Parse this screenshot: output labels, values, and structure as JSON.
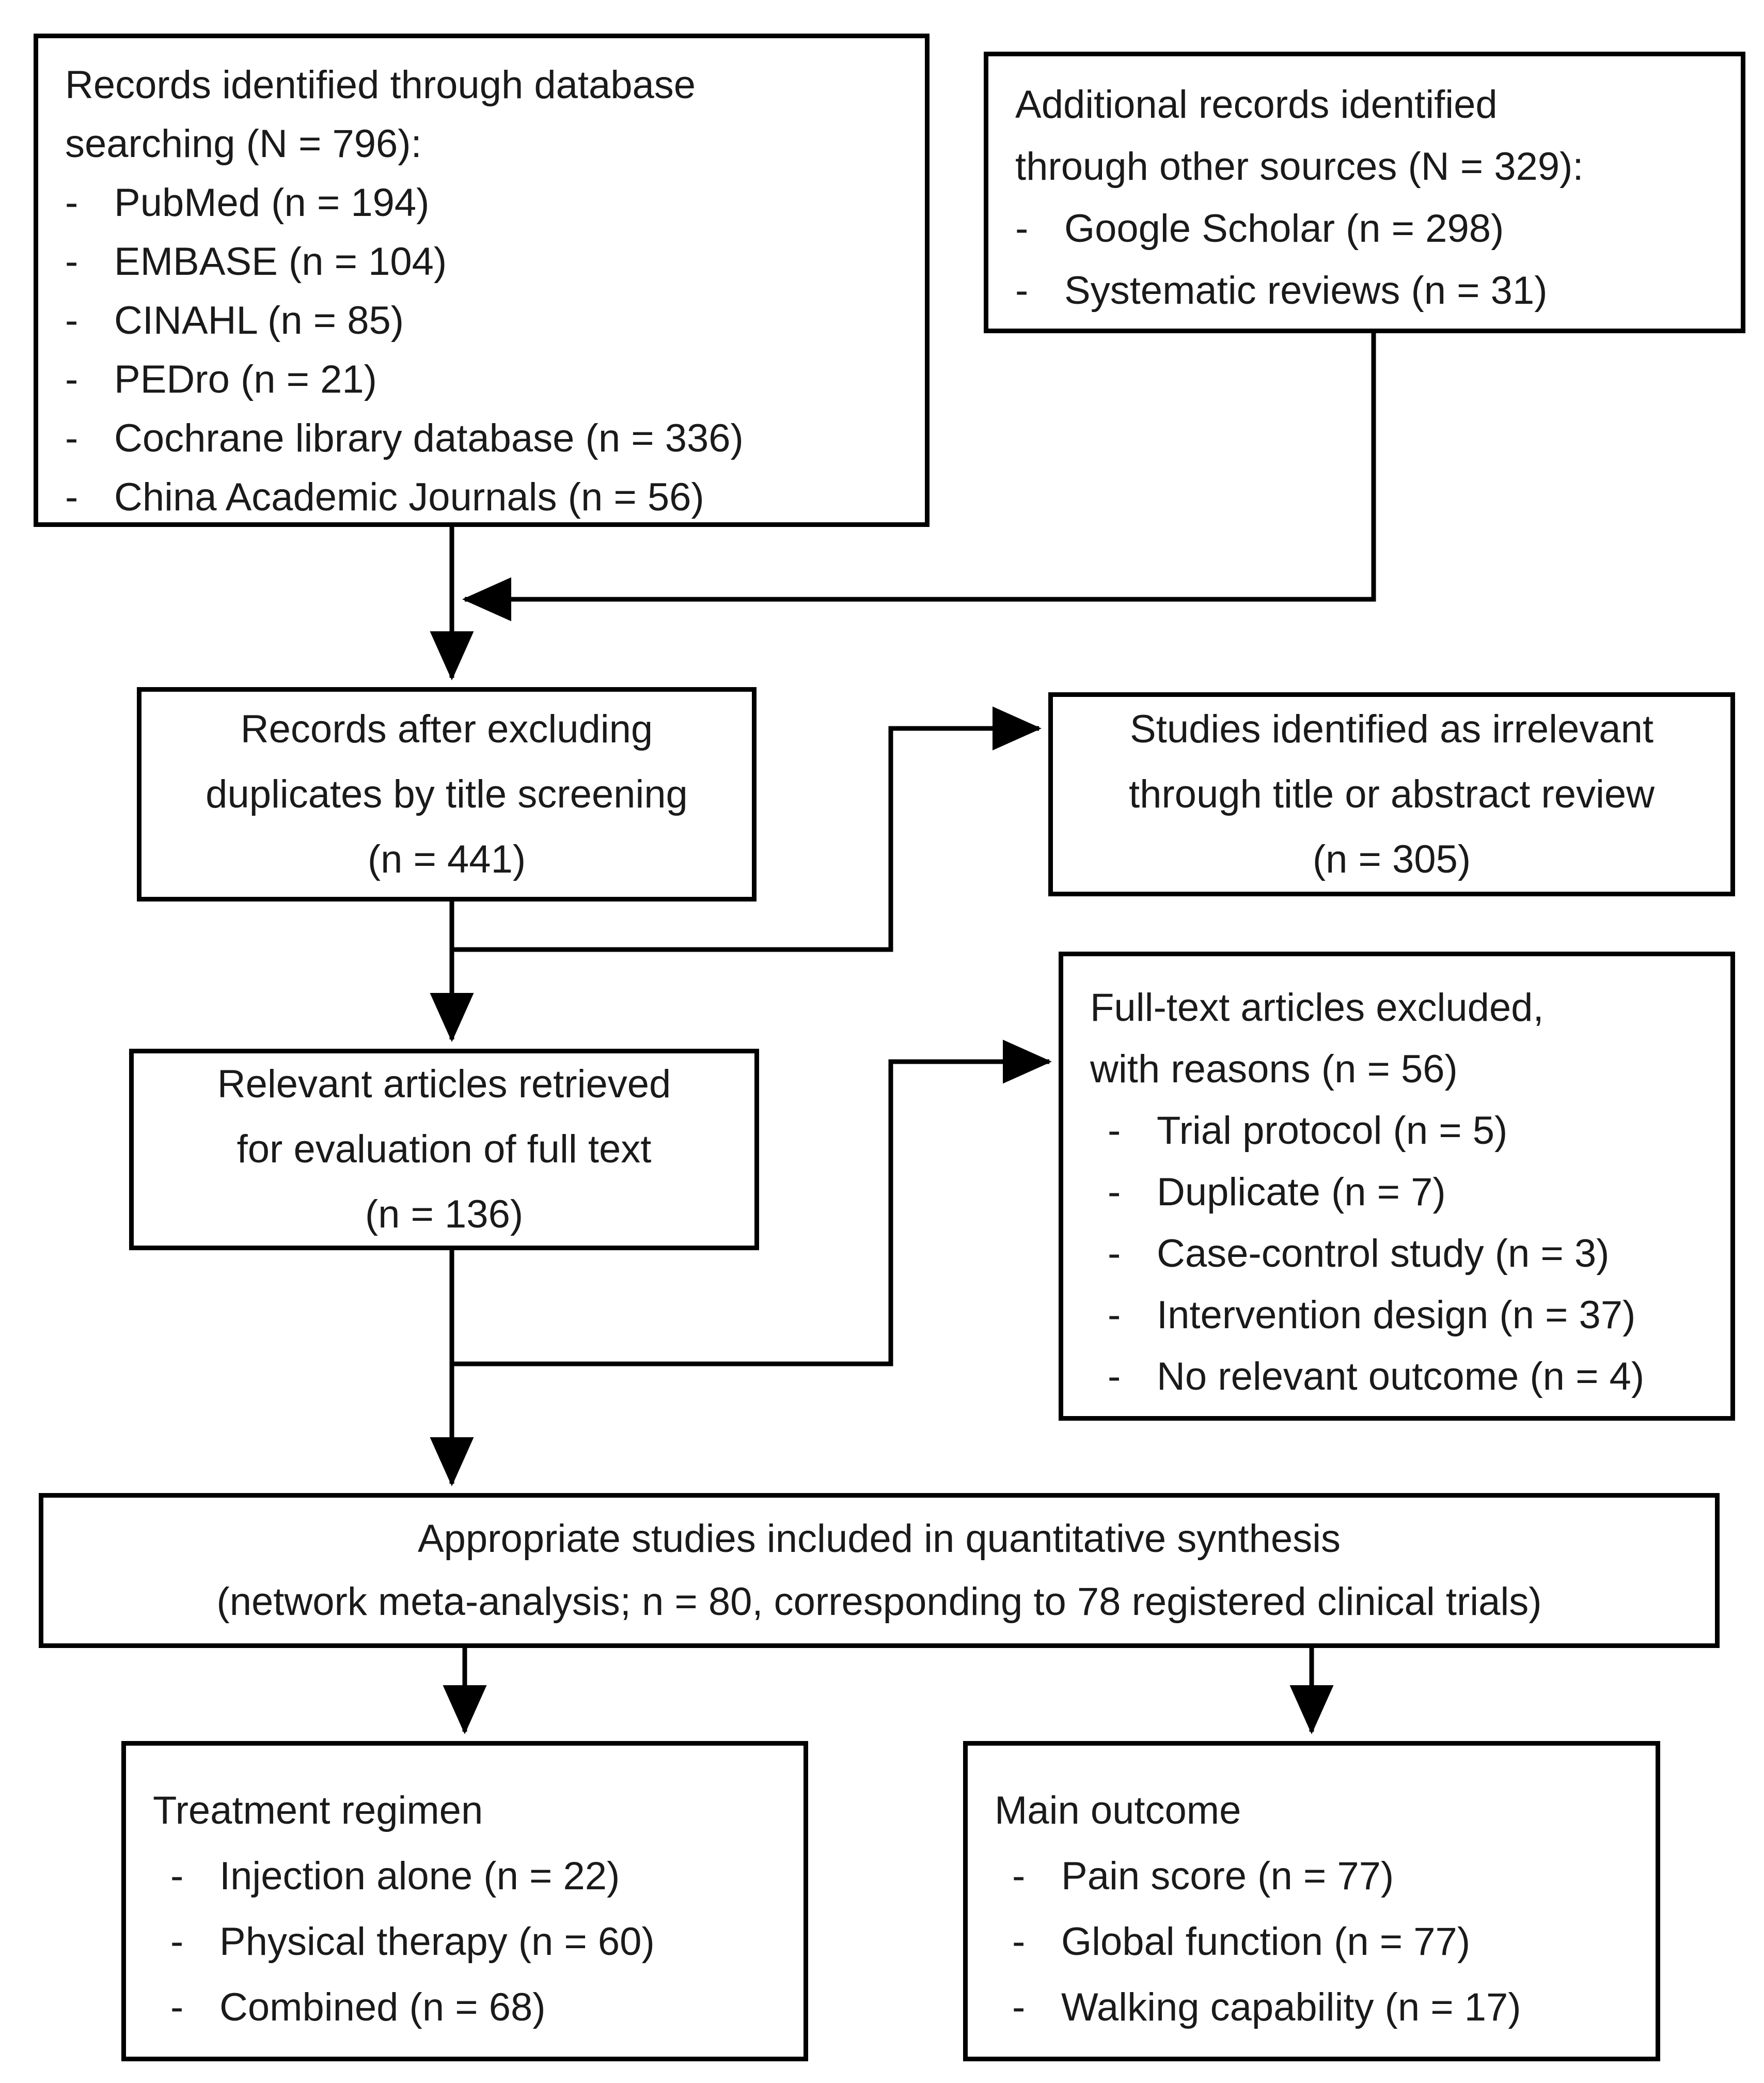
{
  "glyphs": {
    "dash": "-"
  },
  "colors": {
    "line": "#000000",
    "background": "#ffffff",
    "text": "#1a1a1a"
  },
  "boxes": {
    "db_search": {
      "lines": [
        "Records identified through database",
        "searching (N = 796):"
      ],
      "items": [
        "PubMed (n = 194)",
        "EMBASE (n = 104)",
        "CINAHL (n = 85)",
        "PEDro (n = 21)",
        "Cochrane library database (n = 336)",
        "China Academic Journals (n = 56)"
      ]
    },
    "other_sources": {
      "lines": [
        "Additional records identified",
        "through other sources (N = 329):"
      ],
      "items": [
        "Google Scholar (n = 298)",
        "Systematic reviews (n = 31)"
      ]
    },
    "after_duplicates": {
      "lines": [
        "Records after excluding",
        "duplicates by title screening",
        "(n = 441)"
      ]
    },
    "irrelevant": {
      "lines": [
        "Studies identified as irrelevant",
        "through title or abstract review",
        "(n = 305)"
      ]
    },
    "fulltext_retrieved": {
      "lines": [
        "Relevant articles retrieved",
        "for evaluation of full text",
        "(n = 136)"
      ]
    },
    "fulltext_excluded": {
      "lines": [
        "Full-text articles excluded,",
        "with reasons (n = 56)"
      ],
      "items": [
        "Trial protocol (n = 5)",
        "Duplicate (n = 7)",
        "Case-control study (n = 3)",
        "Intervention design (n = 37)",
        "No relevant outcome (n = 4)"
      ]
    },
    "included_synthesis": {
      "lines": [
        "Appropriate studies included in quantitative synthesis",
        "(network meta-analysis; n = 80, corresponding to 78 registered clinical trials)"
      ]
    },
    "treatment_regimen": {
      "lines": [
        "Treatment regimen"
      ],
      "items": [
        "Injection alone (n = 22)",
        "Physical therapy (n = 60)",
        "Combined (n = 68)"
      ]
    },
    "main_outcome": {
      "lines": [
        "Main outcome"
      ],
      "items": [
        "Pain score (n = 77)",
        "Global function (n = 77)",
        "Walking capability (n = 17)"
      ]
    }
  }
}
